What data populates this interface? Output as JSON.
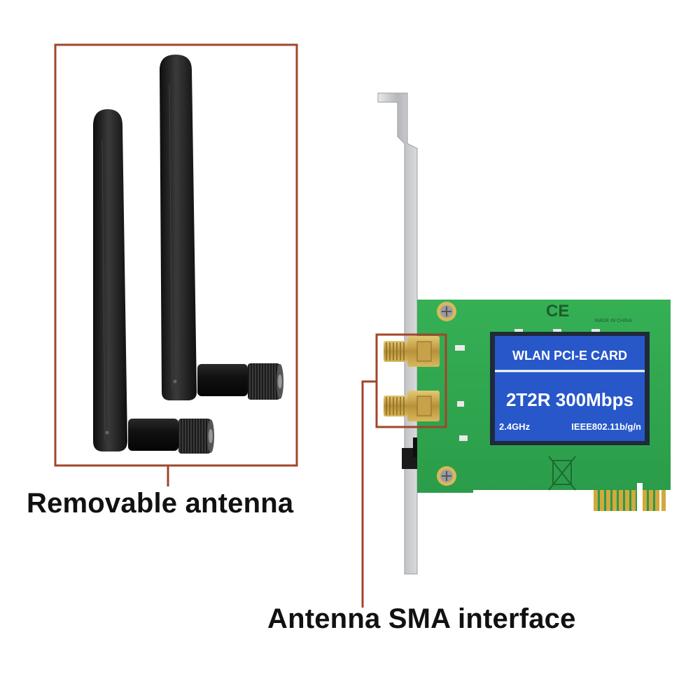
{
  "callouts": {
    "removable_antenna": "Removable antenna",
    "sma_interface": "Antenna SMA interface"
  },
  "card": {
    "line1": "WLAN PCI-E CARD",
    "line2": "2T2R 300Mbps",
    "freq": "2.4GHz",
    "standard": "IEEE802.11b/g/n",
    "ce_mark": "CE",
    "made_in": "MADE IN CHINA"
  },
  "colors": {
    "callout_line": "#a0462a",
    "pcb_green": "#2fa84f",
    "label_blue": "#2757c9",
    "antenna_black": "#1b1b1b",
    "gold": "#c9a84a",
    "bracket_silver": "#c7c9cc"
  }
}
